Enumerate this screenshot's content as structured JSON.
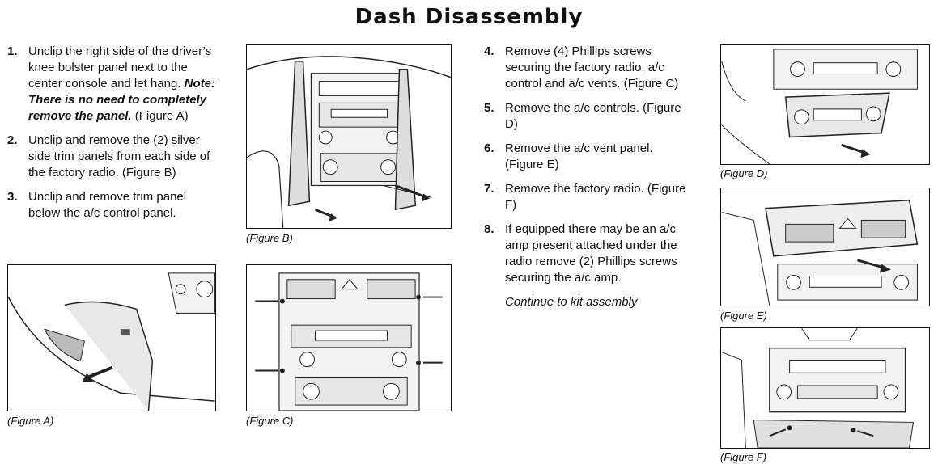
{
  "title": "Dash Disassembly",
  "steps_left": [
    {
      "num": "1.",
      "text": "Unclip the right side of the driver’s knee bolster panel next to the center console and let hang.",
      "note": "Note: There is no need to completely remove the panel.",
      "after": "(Figure A)"
    },
    {
      "num": "2.",
      "text": "Unclip and remove the (2) silver side trim panels from each side of the factory radio.",
      "note": "",
      "after": "(Figure B)"
    },
    {
      "num": "3.",
      "text": "Unclip and remove trim panel below the a/c control panel.",
      "note": "",
      "after": ""
    }
  ],
  "steps_right": [
    {
      "num": "4.",
      "text": "Remove (4) Phillips screws securing the factory radio, a/c control and a/c vents.",
      "after": "(Figure C)"
    },
    {
      "num": "5.",
      "text": "Remove the a/c controls.",
      "after": "(Figure D)"
    },
    {
      "num": "6.",
      "text": "Remove the a/c vent panel.",
      "after": "(Figure E)"
    },
    {
      "num": "7.",
      "text": "Remove the factory radio.",
      "after": "(Figure F)"
    },
    {
      "num": "8.",
      "text": "If equipped there may be an a/c amp present attached under the radio remove (2) Phillips screws securing the a/c amp.",
      "after": ""
    }
  ],
  "continue_text": "Continue to kit assembly",
  "captions": {
    "a": "(Figure A)",
    "b": "(Figure B)",
    "c": "(Figure C)",
    "d": "(Figure D)",
    "e": "(Figure E)",
    "f": "(Figure F)"
  }
}
